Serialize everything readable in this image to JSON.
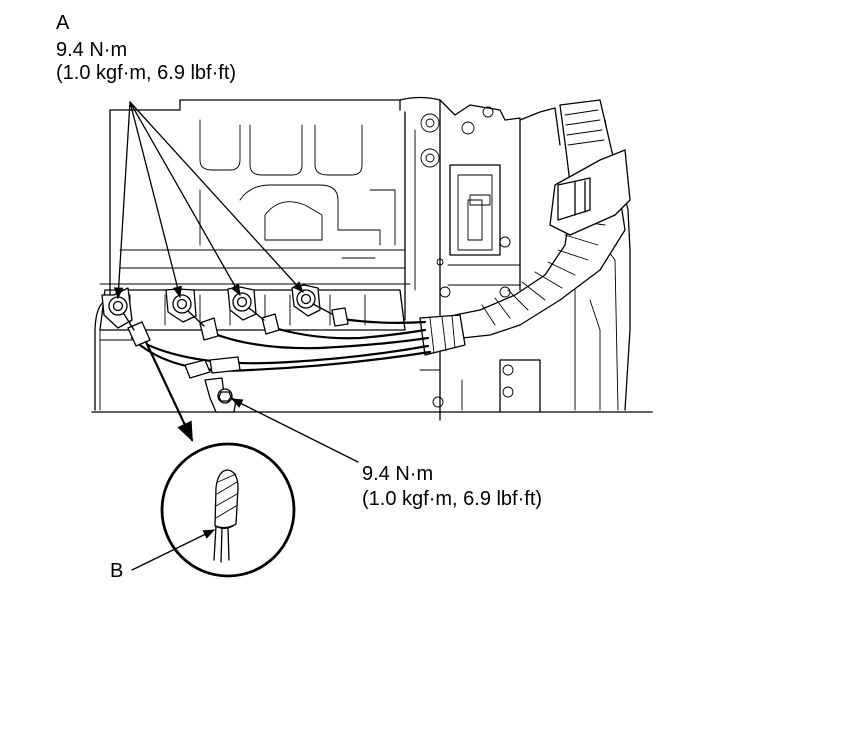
{
  "callout_a": {
    "letter": "A",
    "torque_nm": "9.4 N·m",
    "torque_alt": "(1.0 kgf·m, 6.9 lbf·ft)"
  },
  "callout_bolt": {
    "torque_nm": "9.4 N·m",
    "torque_alt": "(1.0 kgf·m, 6.9 lbf·ft)"
  },
  "callout_b": {
    "letter": "B"
  }
}
